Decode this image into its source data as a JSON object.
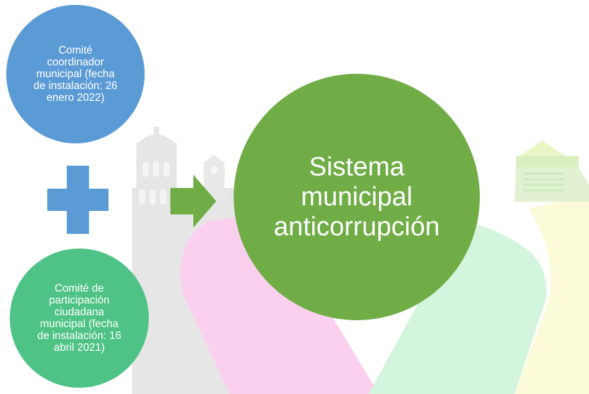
{
  "diagram": {
    "nodes": {
      "coordinating_committee": "Comité coordinador municipal (fecha de instalación: 26 enero 2022)",
      "citizen_committee": "Comité de participación ciudadana municipal (fecha de instalación: 16 abril 2021)",
      "system": "Sistema municipal anticorrupción"
    },
    "colors": {
      "coordinating_committee": "#5b9bd5",
      "citizen_committee": "#4fc386",
      "system": "#70ad47",
      "plus": "#5b9bd5",
      "arrow": "#70ad47"
    },
    "icons": [
      "plus-icon",
      "right-arrow-icon"
    ]
  }
}
